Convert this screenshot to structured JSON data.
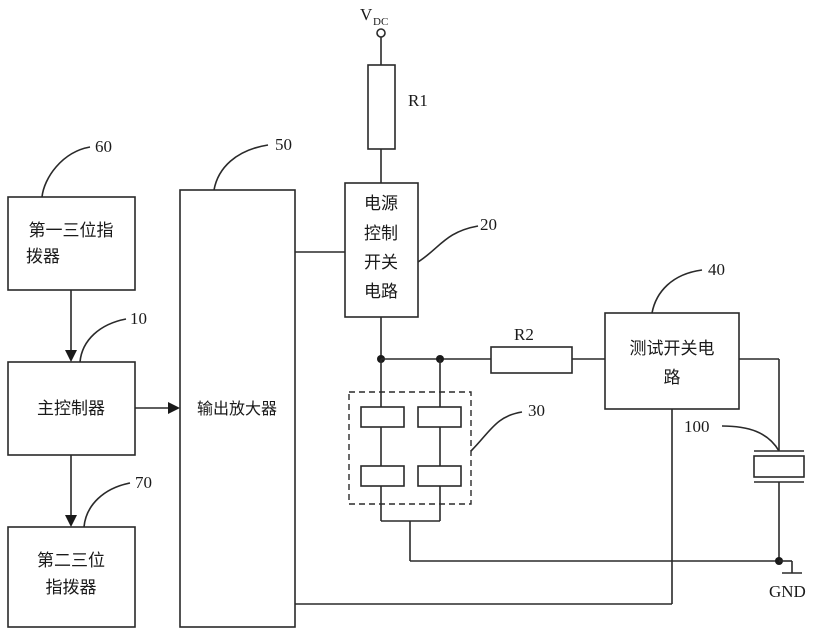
{
  "blocks": {
    "switch1": [
      "第一三位指",
      "拨器"
    ],
    "controller": "主控制器",
    "switch2": [
      "第二三位",
      "指拨器"
    ],
    "amplifier": "输出放大器",
    "power_switch": [
      "电源",
      "控制",
      "开关",
      "电路"
    ],
    "test_switch": [
      "测试开关电",
      "路"
    ]
  },
  "refs": {
    "r60": "60",
    "r10": "10",
    "r70": "70",
    "r50": "50",
    "r20": "20",
    "r30": "30",
    "r40": "40",
    "r100": "100"
  },
  "components": {
    "r1": "R1",
    "r2": "R2",
    "vdc_main": "V",
    "vdc_sub": "DC",
    "gnd": "GND"
  }
}
